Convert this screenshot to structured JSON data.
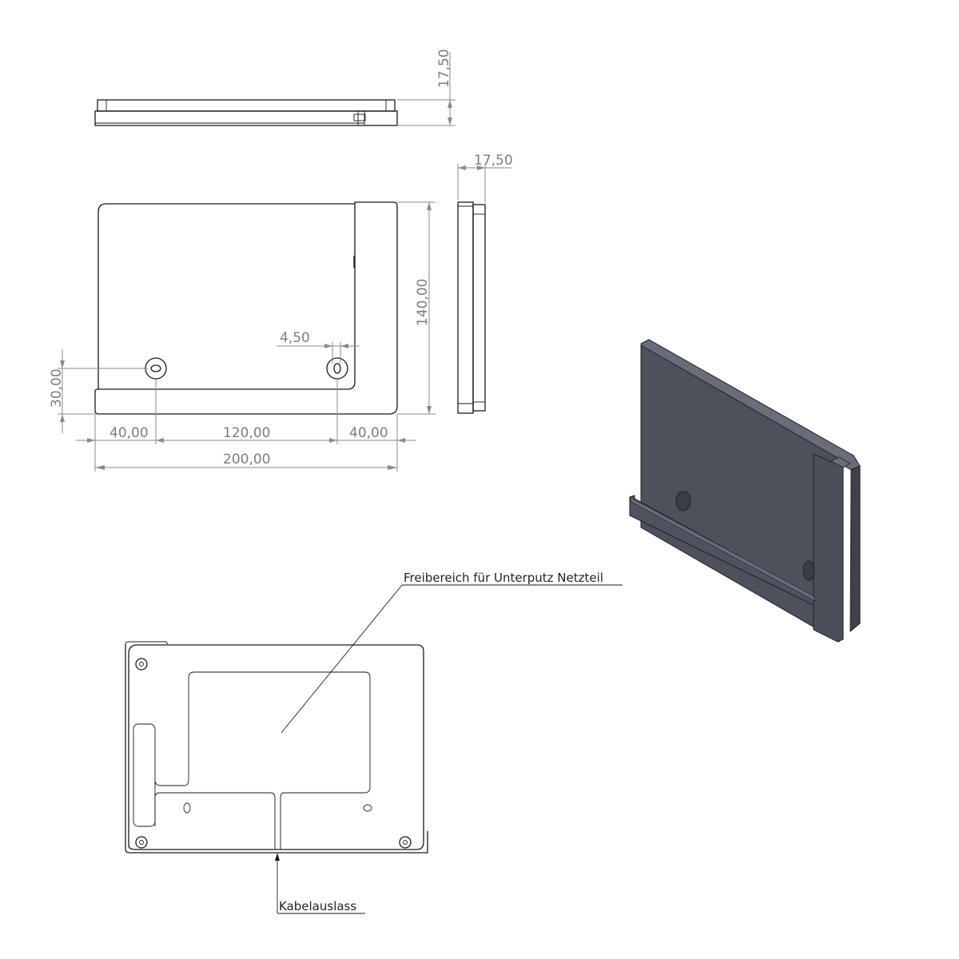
{
  "drawing": {
    "type": "technical-drawing",
    "subject": "Wall mount holder bracket",
    "units": "mm",
    "views": [
      "top-view",
      "front-view",
      "side-view",
      "isometric-3d-view",
      "rear-view"
    ]
  },
  "dimensions": {
    "top_height": "17,50",
    "side_depth": "17,50",
    "front_height": "140,00",
    "slot_width": "4,50",
    "hole_height": "30,00",
    "left_offset": "40,00",
    "hole_spacing": "120,00",
    "right_offset": "40,00",
    "total_width": "200,00"
  },
  "annotations": {
    "power_supply_area": "Freibereich für Unterputz Netzteil",
    "cable_outlet": "Kabelauslass"
  },
  "colors": {
    "line": "#1a1a1a",
    "dimension": "#8a8a8a",
    "iso_face": "#4e505c",
    "iso_edge": "#6a6c7a",
    "iso_dark": "#3a3c47"
  }
}
